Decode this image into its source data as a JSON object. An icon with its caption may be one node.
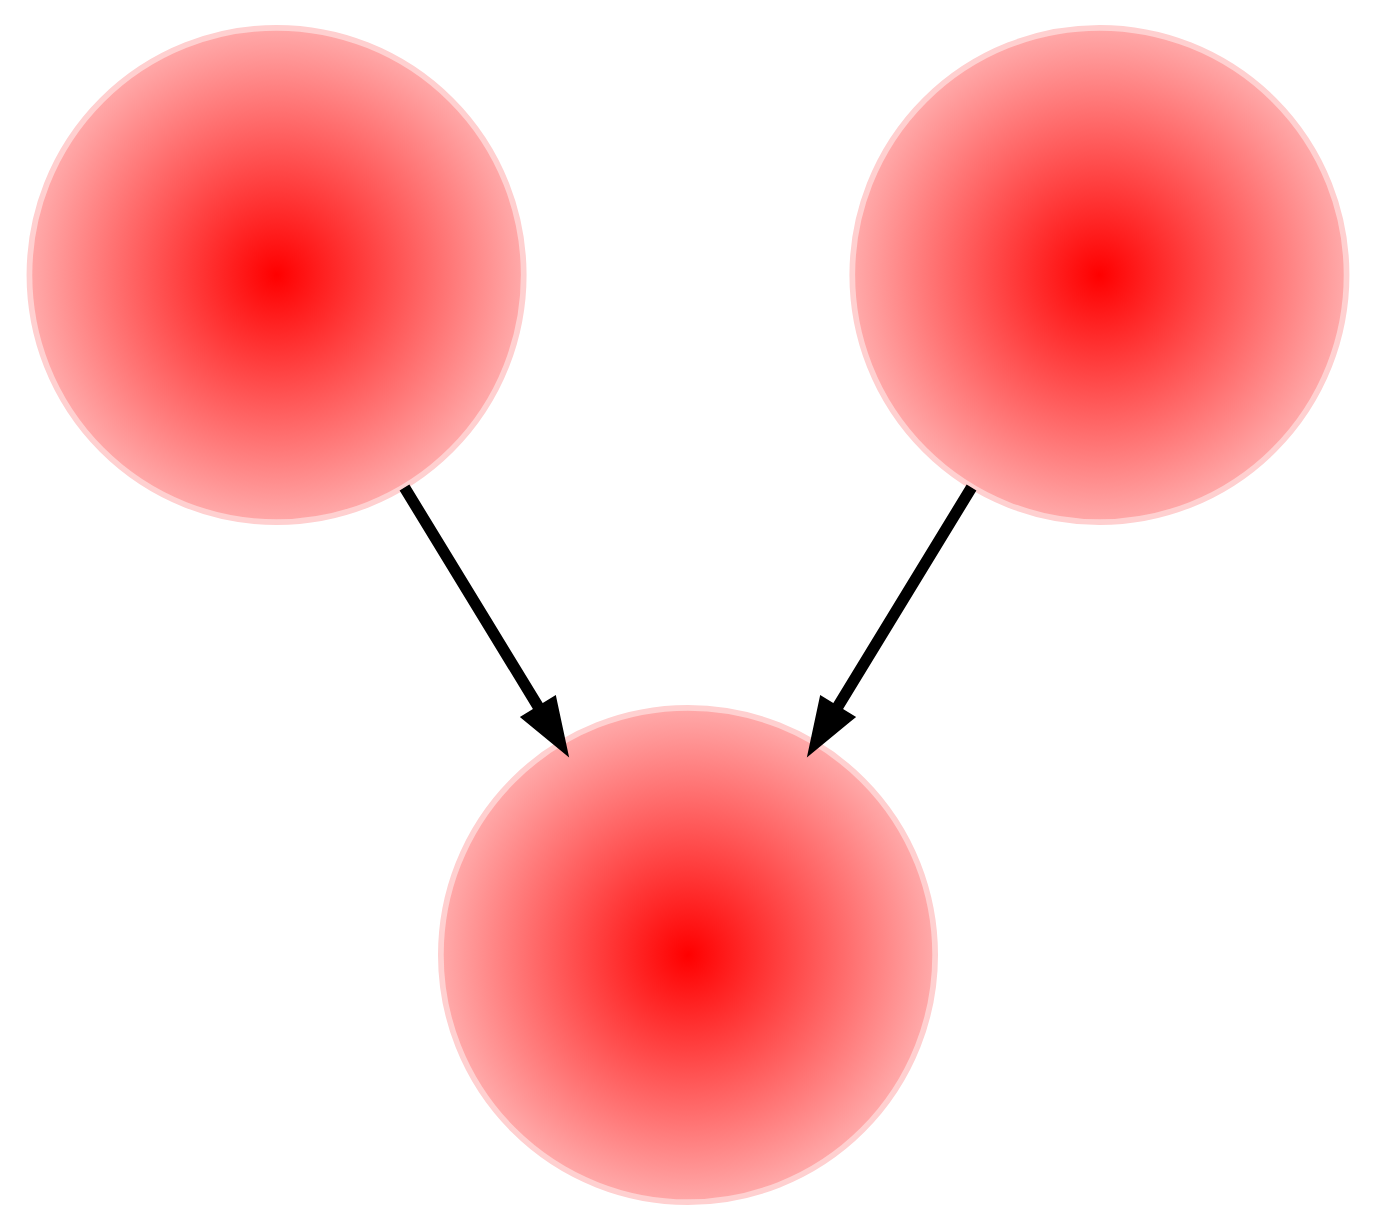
{
  "diagram": {
    "nodes": [
      {
        "text": [],
        "shape": "circle"
      },
      {
        "text": [],
        "shape": "circle"
      },
      {
        "text": [],
        "shape": "circle"
      }
    ],
    "edges": [
      {
        "from": 0,
        "to": 2,
        "arrow": "to"
      },
      {
        "from": 1,
        "to": 2,
        "arrow": "to"
      }
    ]
  }
}
